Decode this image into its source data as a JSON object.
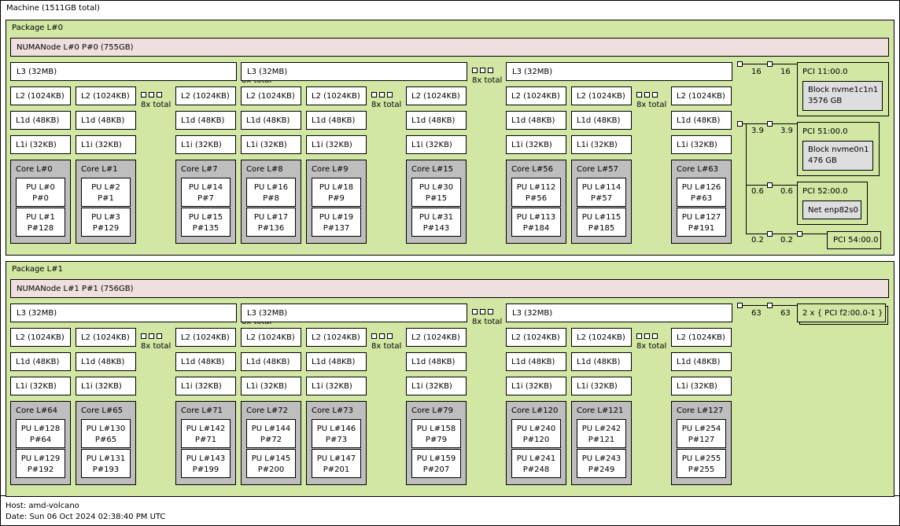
{
  "machine": {
    "label": "Machine (1511GB total)"
  },
  "packages": [
    {
      "label": "Package L#0",
      "numa": "NUMANode L#0 P#0 (755GB)",
      "l3": "L3 (32MB)",
      "l2": "L2 (1024KB)",
      "l1d": "L1d (48KB)",
      "l1i": "L1i (32KB)",
      "more": "8x total",
      "groups": [
        {
          "cores": [
            {
              "label": "Core L#0",
              "pus": [
                [
                  "PU L#0",
                  "P#0"
                ],
                [
                  "PU L#1",
                  "P#128"
                ]
              ]
            },
            {
              "label": "Core L#1",
              "pus": [
                [
                  "PU L#2",
                  "P#1"
                ],
                [
                  "PU L#3",
                  "P#129"
                ]
              ]
            },
            {
              "label": "Core L#7",
              "pus": [
                [
                  "PU L#14",
                  "P#7"
                ],
                [
                  "PU L#15",
                  "P#135"
                ]
              ]
            }
          ]
        },
        {
          "cores": [
            {
              "label": "Core L#8",
              "pus": [
                [
                  "PU L#16",
                  "P#8"
                ],
                [
                  "PU L#17",
                  "P#136"
                ]
              ]
            },
            {
              "label": "Core L#9",
              "pus": [
                [
                  "PU L#18",
                  "P#9"
                ],
                [
                  "PU L#19",
                  "P#137"
                ]
              ]
            },
            {
              "label": "Core L#15",
              "pus": [
                [
                  "PU L#30",
                  "P#15"
                ],
                [
                  "PU L#31",
                  "P#143"
                ]
              ]
            }
          ]
        },
        {
          "cores": [
            {
              "label": "Core L#56",
              "pus": [
                [
                  "PU L#112",
                  "P#56"
                ],
                [
                  "PU L#113",
                  "P#184"
                ]
              ]
            },
            {
              "label": "Core L#57",
              "pus": [
                [
                  "PU L#114",
                  "P#57"
                ],
                [
                  "PU L#115",
                  "P#185"
                ]
              ]
            },
            {
              "label": "Core L#63",
              "pus": [
                [
                  "PU L#126",
                  "P#63"
                ],
                [
                  "PU L#127",
                  "P#191"
                ]
              ]
            }
          ]
        }
      ],
      "io": {
        "links": [
          "16",
          "16",
          "3.9",
          "3.9",
          "0.6",
          "0.6",
          "0.2",
          "0.2"
        ],
        "pci": [
          "PCI 11:00.0",
          "PCI 51:00.0",
          "PCI 52:00.0",
          "PCI 54:00.0"
        ],
        "block1": [
          "Block nvme1c1n1",
          "3576 GB"
        ],
        "block2": [
          "Block nvme0n1",
          "476 GB"
        ],
        "net": "Net enp82s0"
      }
    },
    {
      "label": "Package L#1",
      "numa": "NUMANode L#1 P#1 (756GB)",
      "l3": "L3 (32MB)",
      "l2": "L2 (1024KB)",
      "l1d": "L1d (48KB)",
      "l1i": "L1i (32KB)",
      "more": "8x total",
      "groups": [
        {
          "cores": [
            {
              "label": "Core L#64",
              "pus": [
                [
                  "PU L#128",
                  "P#64"
                ],
                [
                  "PU L#129",
                  "P#192"
                ]
              ]
            },
            {
              "label": "Core L#65",
              "pus": [
                [
                  "PU L#130",
                  "P#65"
                ],
                [
                  "PU L#131",
                  "P#193"
                ]
              ]
            },
            {
              "label": "Core L#71",
              "pus": [
                [
                  "PU L#142",
                  "P#71"
                ],
                [
                  "PU L#143",
                  "P#199"
                ]
              ]
            }
          ]
        },
        {
          "cores": [
            {
              "label": "Core L#72",
              "pus": [
                [
                  "PU L#144",
                  "P#72"
                ],
                [
                  "PU L#145",
                  "P#200"
                ]
              ]
            },
            {
              "label": "Core L#73",
              "pus": [
                [
                  "PU L#146",
                  "P#73"
                ],
                [
                  "PU L#147",
                  "P#201"
                ]
              ]
            },
            {
              "label": "Core L#79",
              "pus": [
                [
                  "PU L#158",
                  "P#79"
                ],
                [
                  "PU L#159",
                  "P#207"
                ]
              ]
            }
          ]
        },
        {
          "cores": [
            {
              "label": "Core L#120",
              "pus": [
                [
                  "PU L#240",
                  "P#120"
                ],
                [
                  "PU L#241",
                  "P#248"
                ]
              ]
            },
            {
              "label": "Core L#121",
              "pus": [
                [
                  "PU L#242",
                  "P#121"
                ],
                [
                  "PU L#243",
                  "P#249"
                ]
              ]
            },
            {
              "label": "Core L#127",
              "pus": [
                [
                  "PU L#254",
                  "P#127"
                ],
                [
                  "PU L#255",
                  "P#255"
                ]
              ]
            }
          ]
        }
      ],
      "io": {
        "links": [
          "63",
          "63"
        ],
        "pci_multi": "2 x { PCI f2:00.0-1 }"
      }
    }
  ],
  "footer": {
    "host": "Host: amd-volcano",
    "date": "Date: Sun 06 Oct 2024 02:38:40 PM UTC"
  }
}
